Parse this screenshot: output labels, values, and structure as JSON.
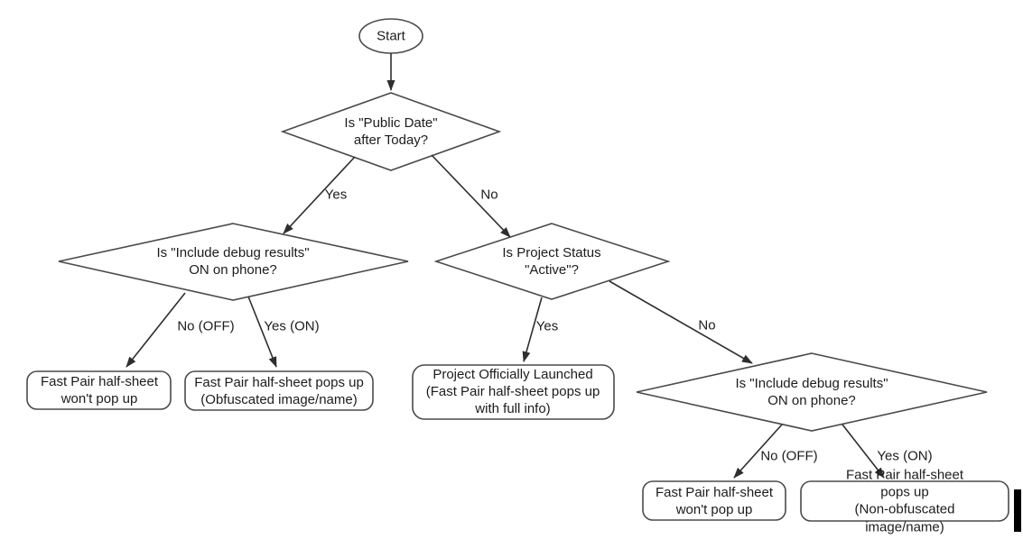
{
  "diagram": {
    "type": "flowchart",
    "colors": {
      "background": "#ffffff",
      "shape_stroke": "#4a4a4a",
      "edge_stroke": "#2e2e2e",
      "text": "#1c1c1c",
      "cursor_bar": "#000000"
    },
    "nodes": {
      "start": {
        "shape": "ellipse",
        "text": "Start"
      },
      "decision_public_date": {
        "shape": "diamond",
        "text": "Is \"Public Date\"\nafter Today?"
      },
      "decision_debug_left": {
        "shape": "diamond",
        "text": "Is \"Include debug results\"\nON on phone?"
      },
      "decision_project_status": {
        "shape": "diamond",
        "text": "Is Project Status\n\"Active\"?"
      },
      "decision_debug_right": {
        "shape": "diamond",
        "text": "Is \"Include debug results\"\nON on phone?"
      },
      "outcome_no_popup_left": {
        "shape": "rounded-rect",
        "text": "Fast Pair half-sheet\nwon't pop up"
      },
      "outcome_obfuscated": {
        "shape": "rounded-rect",
        "text": "Fast Pair half-sheet pops up\n(Obfuscated image/name)"
      },
      "outcome_launched": {
        "shape": "rounded-rect",
        "text": "Project Officially Launched\n(Fast Pair half-sheet pops up\nwith full info)"
      },
      "outcome_no_popup_right": {
        "shape": "rounded-rect",
        "text": "Fast Pair half-sheet\nwon't pop up"
      },
      "outcome_non_obfuscated": {
        "shape": "rounded-rect",
        "text": "Fast Pair half-sheet pops up\n(Non-obfuscated image/name)"
      }
    },
    "edge_labels": {
      "yes_top": "Yes",
      "no_top": "No",
      "no_off_left": "No (OFF)",
      "yes_on_left": "Yes (ON)",
      "yes_status": "Yes",
      "no_status": "No",
      "no_off_right": "No (OFF)",
      "yes_on_right": "Yes (ON)"
    }
  }
}
